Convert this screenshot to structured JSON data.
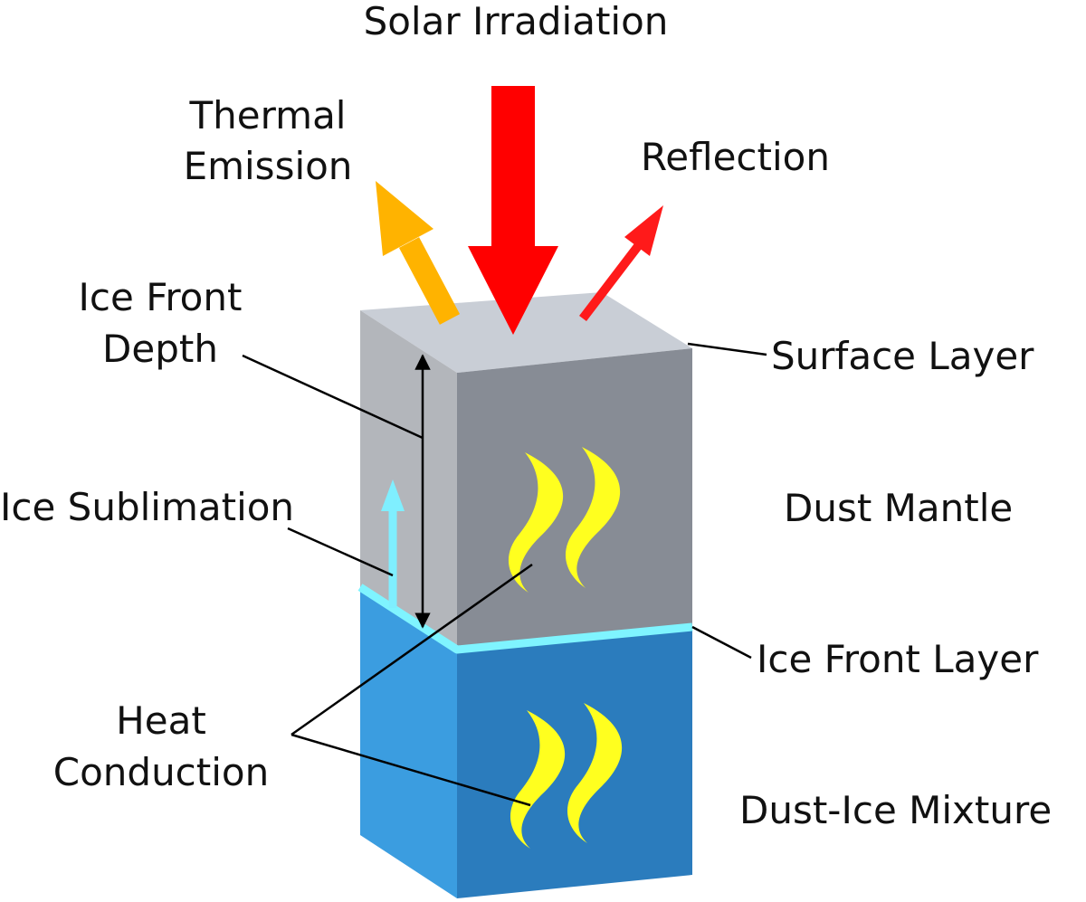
{
  "labels": {
    "solar_irradiation": "Solar Irradiation",
    "thermal_emission_line1": "Thermal",
    "thermal_emission_line2": "Emission",
    "reflection": "Reflection",
    "ice_front_depth_line1": "Ice Front",
    "ice_front_depth_line2": "Depth",
    "surface_layer": "Surface Layer",
    "ice_sublimation": "Ice Sublimation",
    "dust_mantle": "Dust Mantle",
    "ice_front_layer": "Ice Front Layer",
    "heat_conduction_line1": "Heat",
    "heat_conduction_line2": "Conduction",
    "dust_ice_mixture": "Dust-Ice Mixture"
  },
  "colors": {
    "solar_arrow": "#ff0000",
    "reflection_arrow": "#ff1a1a",
    "thermal_arrow": "#ffb300",
    "sublimation_arrow": "#7fefff",
    "ice_front_line": "#7ff4ff",
    "surface_top": "#c9ced6",
    "mantle_front": "#878c95",
    "mantle_side": "#b3b6bb",
    "mixture_front": "#2b7cbd",
    "mixture_side": "#3b9de0",
    "heat_waves": "#ffff1f"
  }
}
